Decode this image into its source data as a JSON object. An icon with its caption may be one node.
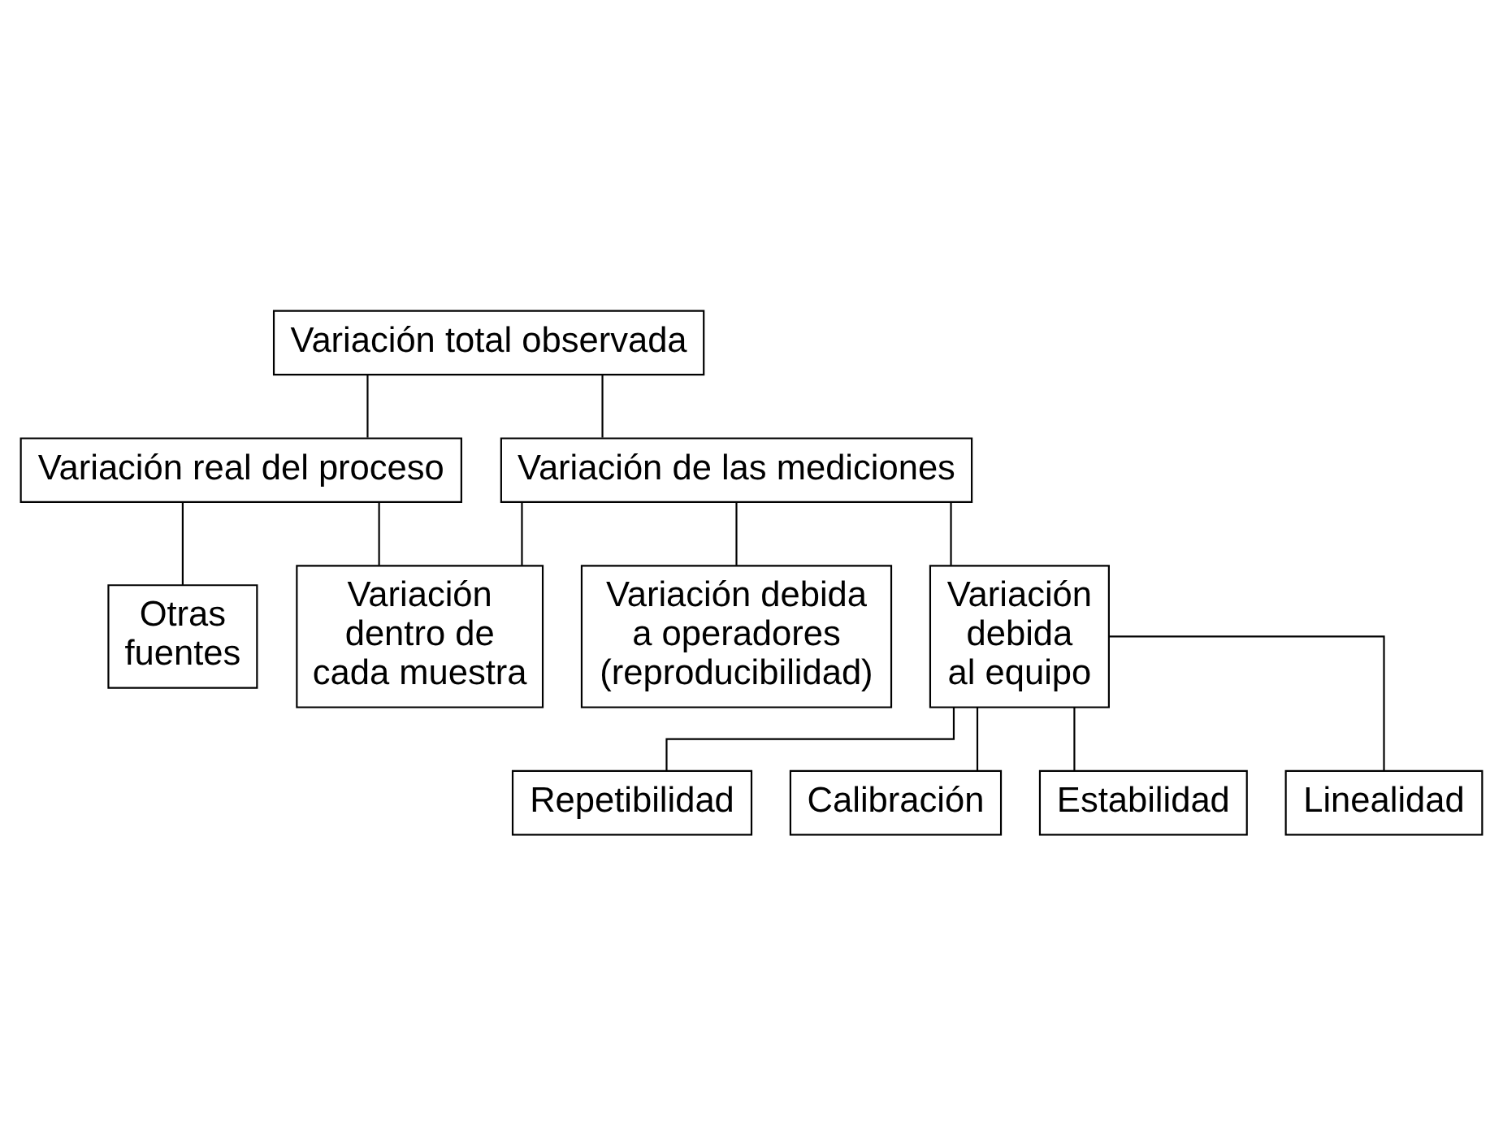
{
  "diagram": {
    "nodes": [
      {
        "text": [
          "Variación total observada"
        ]
      },
      {
        "text": [
          "Variación real del proceso"
        ]
      },
      {
        "text": [
          "Variación de las mediciones"
        ]
      },
      {
        "text": [
          "Otras fuentes"
        ]
      },
      {
        "text": [
          "Variación dentro de cada muestra"
        ]
      },
      {
        "text": [
          "Variación debida a operadores (reproducibilidad)"
        ]
      },
      {
        "text": [
          "Variación debida al equipo"
        ]
      },
      {
        "text": [
          "Repetibilidad"
        ]
      },
      {
        "text": [
          "Calibración"
        ]
      },
      {
        "text": [
          "Estabilidad"
        ]
      },
      {
        "text": [
          "Linealidad"
        ]
      }
    ],
    "edges": [
      {
        "from": 0,
        "to": 1,
        "arrow": "none"
      },
      {
        "from": 0,
        "to": 2,
        "arrow": "none"
      },
      {
        "from": 1,
        "to": 3,
        "arrow": "none"
      },
      {
        "from": 1,
        "to": 4,
        "arrow": "none"
      },
      {
        "from": 2,
        "to": 4,
        "arrow": "none"
      },
      {
        "from": 2,
        "to": 5,
        "arrow": "none"
      },
      {
        "from": 2,
        "to": 6,
        "arrow": "none"
      },
      {
        "from": 6,
        "to": 7,
        "arrow": "none"
      },
      {
        "from": 6,
        "to": 8,
        "arrow": "none"
      },
      {
        "from": 6,
        "to": 9,
        "arrow": "none"
      },
      {
        "from": 6,
        "to": 10,
        "arrow": "none"
      }
    ]
  }
}
